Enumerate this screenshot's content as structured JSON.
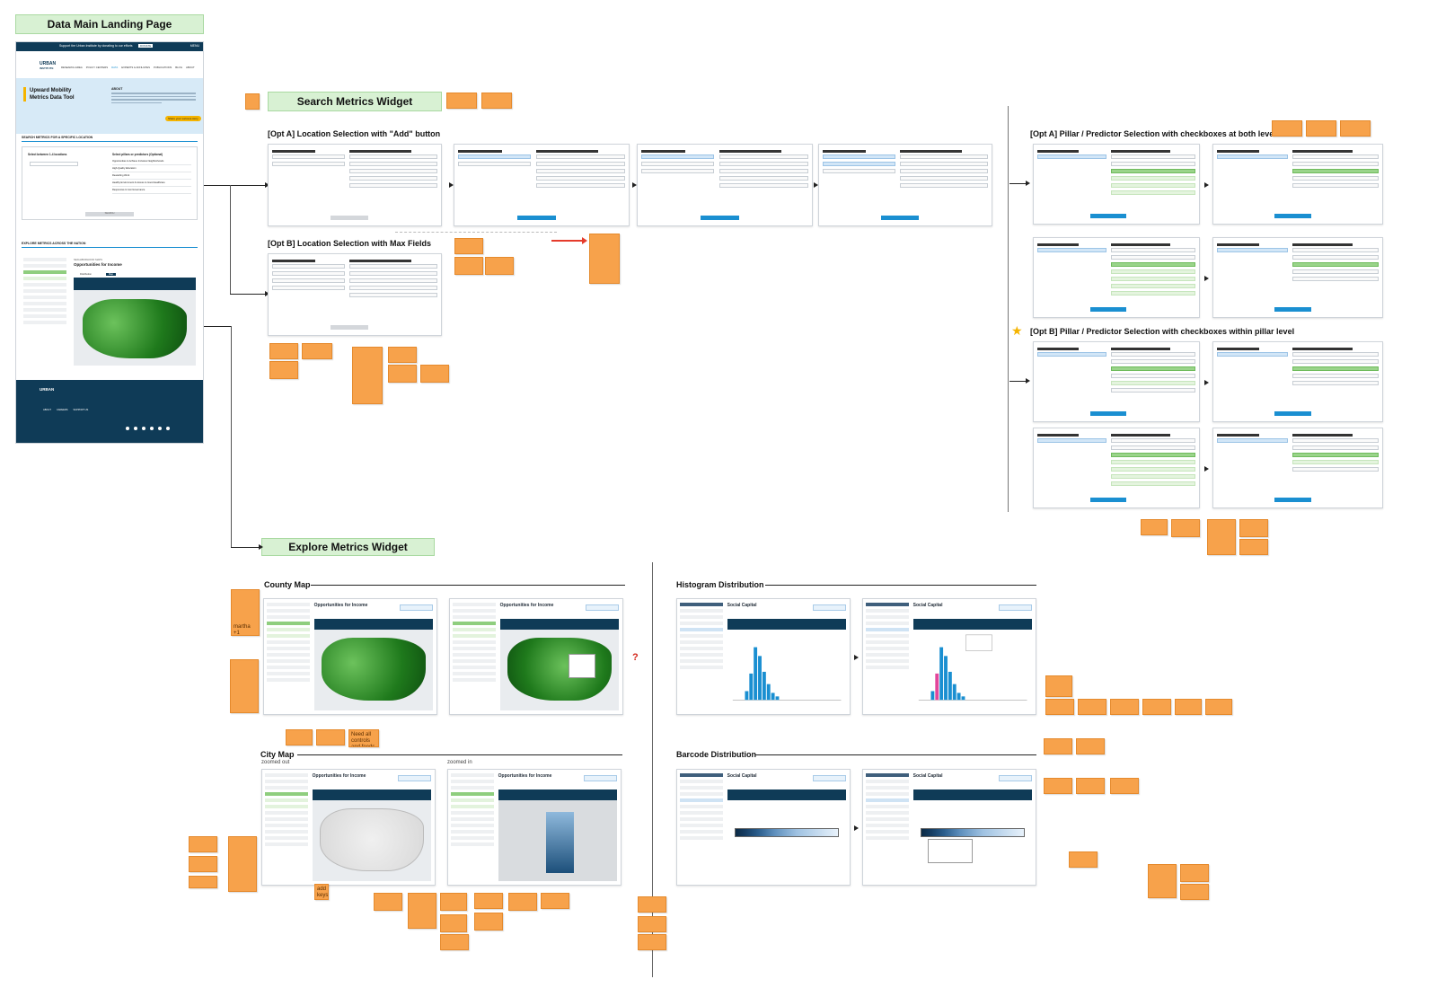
{
  "board": {
    "landing_banner": "Data Main Landing Page",
    "search_banner": "Search Metrics Widget",
    "explore_banner": "Explore Metrics Widget"
  },
  "landing": {
    "top_bar": "Support the Urban Institute by donating to our efforts",
    "donate_label": "DONATE",
    "menu_label": "MENU",
    "logo_line1": "URBAN",
    "logo_line2": "INSTITUTE",
    "nav": [
      "RESEARCH AREA",
      "POLICY CENTERS",
      "DATA",
      "EXPERTS & AFFILIATES",
      "PUBLICATIONS",
      "BLOG",
      "ABOUT"
    ],
    "title_line1": "Upward Mobility",
    "title_line2": "Metrics Data Tool",
    "about_heading": "ABOUT",
    "cta_label": "Share your success story",
    "search_heading": "SEARCH METRICS FOR A SPECIFIC LOCATION",
    "select_locations": "Select between 1-4 locations",
    "select_pillars": "Select pillars or predictors (Optional)",
    "pillars": [
      "Opportunities to Achieve Inclusive Neighborhoods",
      "High-Quality Education",
      "Rewarding Work",
      "Healthy Environment & Access to Good Healthcare",
      "Responsive & Just Governance"
    ],
    "search_button": "SEARCH",
    "explore_heading": "EXPLORE METRICS ACROSS THE NATION",
    "map_subtitle": "NEIGHBORHOOD MAPS",
    "map_title": "Opportunities for Income",
    "tab_distribution": "Distribution",
    "tab_map": "Map",
    "footer_links": [
      "ABOUT",
      "CAREERS",
      "SUPPORT US"
    ]
  },
  "search": {
    "opt_a_title": "[Opt A] Location Selection with \"Add\" button",
    "opt_b_title": "[Opt B] Location Selection with Max Fields",
    "pillar_a_title": "[Opt A] Pillar / Predictor Selection with checkboxes at both levels",
    "pillar_b_title": "[Opt B] Pillar / Predictor Selection with checkboxes within pillar level"
  },
  "explore": {
    "county_title": "County Map",
    "city_title": "City Map",
    "zoomed_out": "zoomed out",
    "zoomed_in": "zoomed in",
    "histogram_title": "Histogram Distribution",
    "barcode_title": "Barcode Distribution",
    "map_panel_title": "Opportunities for Income",
    "social_capital": "Social Capital",
    "question_mark": "?"
  },
  "stickies": {
    "martha": "martha +1",
    "tagline_1": "Need all controls and feeds so match system",
    "add_keys": "add keys"
  },
  "colors": {
    "accent_blue": "#1a8fd1",
    "navy": "#0f3b57",
    "sticky": "#f7a24b",
    "banner_green": "#d8f1d3",
    "map_green": "#2f8f2a"
  }
}
